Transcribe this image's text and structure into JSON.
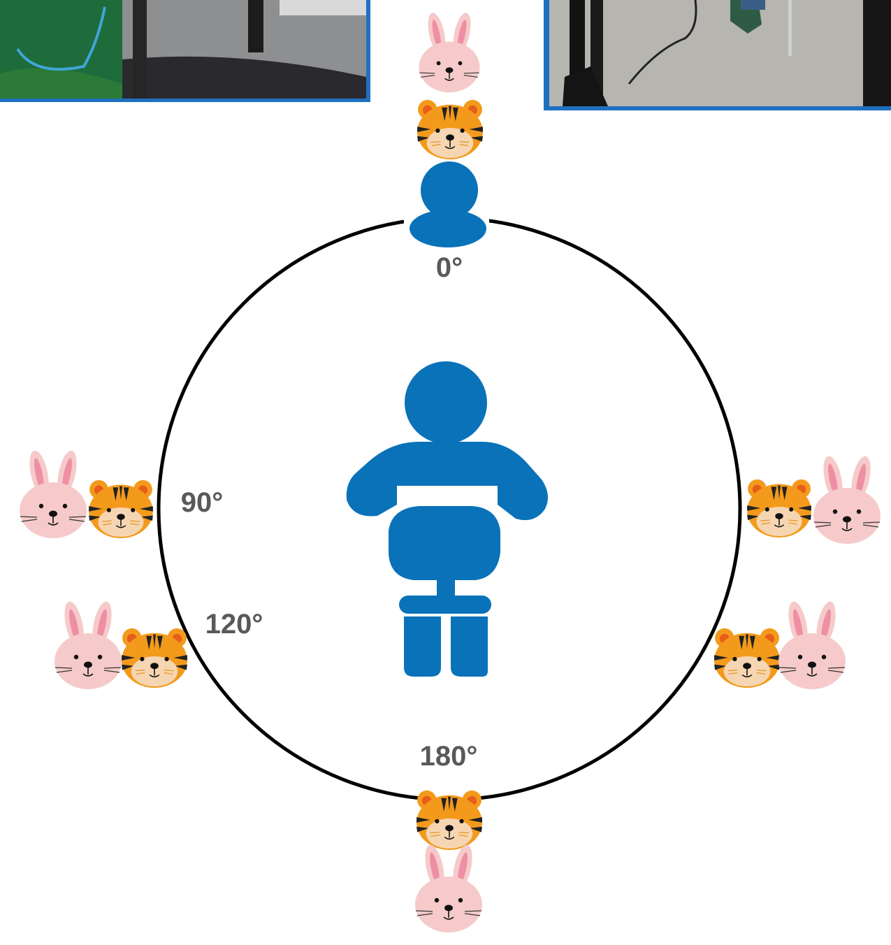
{
  "colors": {
    "person": "#0a72b8",
    "photo_border": "#1f6fc0",
    "circle": "#000000",
    "label": "#595959",
    "rabbit": "#f6caca",
    "rabbit_inner_ear": "#ee8fa4",
    "tiger": "#f39a1c",
    "tiger_face": "#f6d6b2",
    "tiger_stripe": "#222222"
  },
  "angle_labels": {
    "deg0": "0°",
    "deg90": "90°",
    "deg120": "120°",
    "deg180": "180°"
  },
  "icons": {
    "listener": "seated-person-icon",
    "source": "person-icon",
    "rabbit": "rabbit-face-icon",
    "tiger": "tiger-face-icon"
  }
}
